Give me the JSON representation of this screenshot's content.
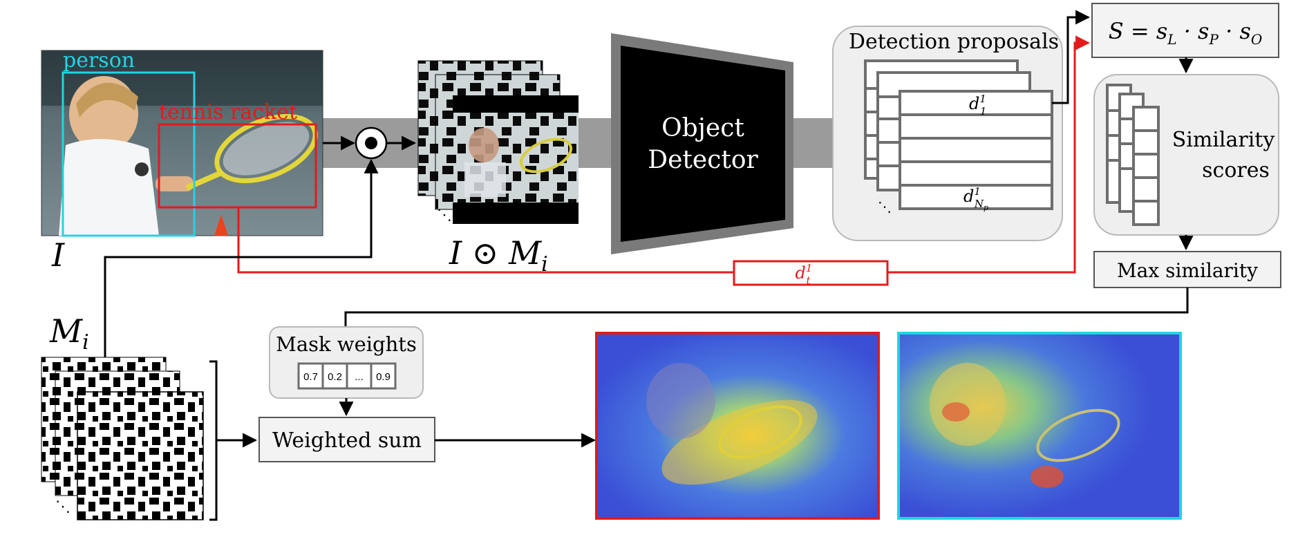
{
  "colors": {
    "person_box": "#22d3e6",
    "racket_box": "#e41a1a",
    "arrow": "#000000",
    "panel_fill": "#efefef",
    "panel_stroke": "#b8b8b8",
    "pipe": "#9b9b9b",
    "detector": "#000000",
    "detector_frame": "#7a7a7a"
  },
  "input_image": {
    "labels": {
      "person": "person",
      "racket": "tennis racket"
    },
    "symbol": "I"
  },
  "masked_images": {
    "symbol": "I ⊙ M",
    "subscript": "i",
    "ellipsis": "⋱"
  },
  "masks": {
    "symbol": "M",
    "subscript": "i",
    "ellipsis": "⋱"
  },
  "operator": {
    "icon": "hadamard-product-icon"
  },
  "detector": {
    "line1": "Object",
    "line2": "Detector"
  },
  "proposals": {
    "title": "Detection proposals",
    "first": {
      "base": "d",
      "sup": "1",
      "sub": "1"
    },
    "last": {
      "base": "d",
      "sup": "1",
      "sub": "N",
      "subsub": "p"
    },
    "ellipsis": "⋱"
  },
  "score": {
    "text": "S = s",
    "terms": [
      {
        "sub": "L"
      },
      {
        "sub": "P"
      },
      {
        "sub": "O"
      }
    ],
    "dot": "·"
  },
  "similarity": {
    "line1": "Similarity",
    "line2": "scores"
  },
  "max_similarity": {
    "label": "Max similarity"
  },
  "target": {
    "base": "d",
    "sup": "1",
    "sub": "t"
  },
  "mask_weights": {
    "title": "Mask weights",
    "values": [
      "0.7",
      "0.2",
      "...",
      "0.9"
    ]
  },
  "weighted_sum": {
    "label": "Weighted sum"
  }
}
